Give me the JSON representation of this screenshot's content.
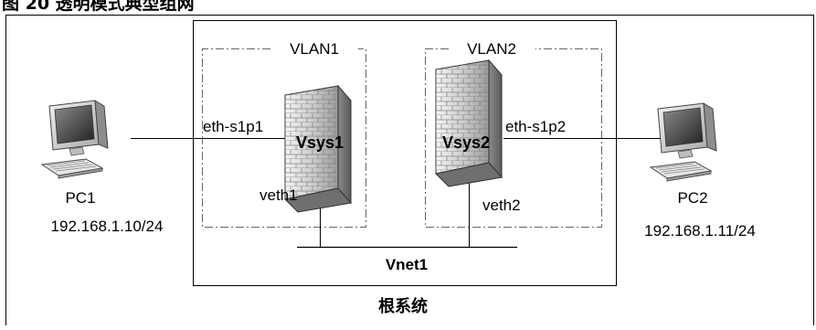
{
  "caption": "图 20 透明模式典型组网",
  "diagram": {
    "root_system_label": "根系统",
    "vlans": [
      {
        "label": "VLAN1"
      },
      {
        "label": "VLAN2"
      }
    ],
    "vsys": [
      {
        "label": "Vsys1",
        "physical_port": "eth-s1p1",
        "virtual_port": "veth1"
      },
      {
        "label": "Vsys2",
        "physical_port": "eth-s1p2",
        "virtual_port": "veth2"
      }
    ],
    "vnet_label": "Vnet1",
    "hosts": [
      {
        "name": "PC1",
        "ip": "192.168.1.10/24"
      },
      {
        "name": "PC2",
        "ip": "192.168.1.11/24"
      }
    ],
    "icons": {
      "pc": "desktop-computer-icon",
      "firewall": "firewall-brick-icon"
    }
  }
}
